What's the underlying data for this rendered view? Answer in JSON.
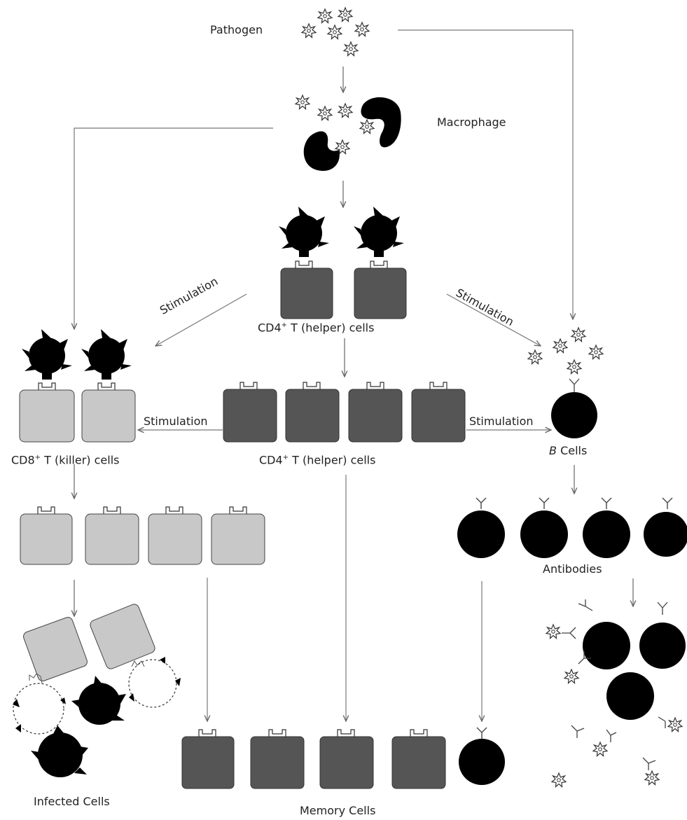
{
  "labels": {
    "pathogen": "Pathogen",
    "macrophage": "Macrophage",
    "cd4_upper_prefix": "CD4",
    "cd4_upper_sup": "+",
    "cd4_upper_suffix": " T (helper) cells",
    "cd4_lower_prefix": "CD4",
    "cd4_lower_sup": "+",
    "cd4_lower_suffix": " T (helper) cells",
    "cd8_prefix": "CD8",
    "cd8_sup": "+",
    "cd8_suffix": " T (killer) cells",
    "b_cells_italic": "B",
    "b_cells_suffix": " Cells",
    "antibodies": "Antibodies",
    "infected_cells": "Infected Cells",
    "memory_cells": "Memory Cells"
  },
  "arrows": {
    "stim_left_diag": "Stimulation",
    "stim_right_diag": "Stimulation",
    "stim_left": "Stimulation",
    "stim_right": "Stimulation"
  },
  "colors": {
    "cd4_cell": "#555555",
    "cd8_cell": "#c8c8c8",
    "dark": "#000000",
    "line": "#777777"
  }
}
